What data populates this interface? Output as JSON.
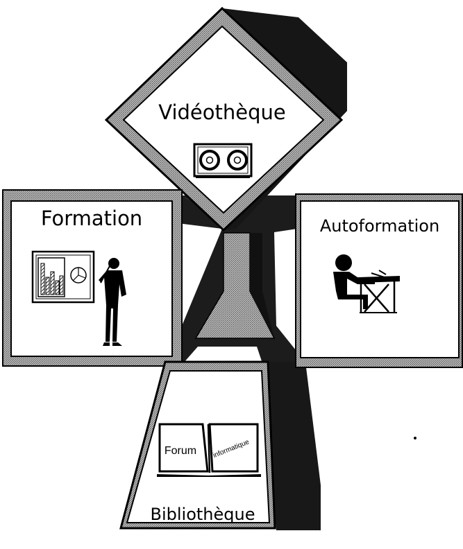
{
  "sections": {
    "videotheque": {
      "label": "Vidéothèque",
      "icon": "videotape-icon"
    },
    "formation": {
      "label": "Formation",
      "icon": "presenter-with-chart-icon"
    },
    "autoformation": {
      "label": "Autoformation",
      "icon": "person-at-desk-writing-icon"
    },
    "bibliotheque": {
      "label": "Bibliothèque",
      "icon": "open-book-icon"
    }
  },
  "book": {
    "left_page": "Forum",
    "right_page": "informatique"
  },
  "colors": {
    "ink": "#000000",
    "paper": "#ffffff",
    "stipple": "#9a9a9a",
    "shadow": "#1c1c1c"
  }
}
